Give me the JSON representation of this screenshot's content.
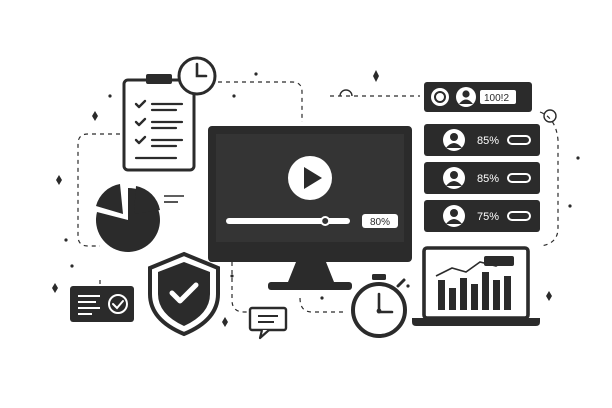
{
  "player": {
    "progress_label": "80%",
    "progress": 0.8
  },
  "profiles": [
    {
      "value": "100!2",
      "variant": "badge"
    },
    {
      "value": "85%"
    },
    {
      "value": "85%"
    },
    {
      "value": "75%"
    }
  ],
  "colors": {
    "ink": "#2b2b2b",
    "screen": "#343434",
    "paper": "#ffffff"
  },
  "icons": [
    "clipboard-checklist-icon",
    "clock-icon",
    "pie-chart-icon",
    "shield-check-icon",
    "id-card-icon",
    "play-icon",
    "chat-bubble-icon",
    "stopwatch-icon",
    "laptop-bar-chart-icon",
    "user-avatar-icon"
  ]
}
